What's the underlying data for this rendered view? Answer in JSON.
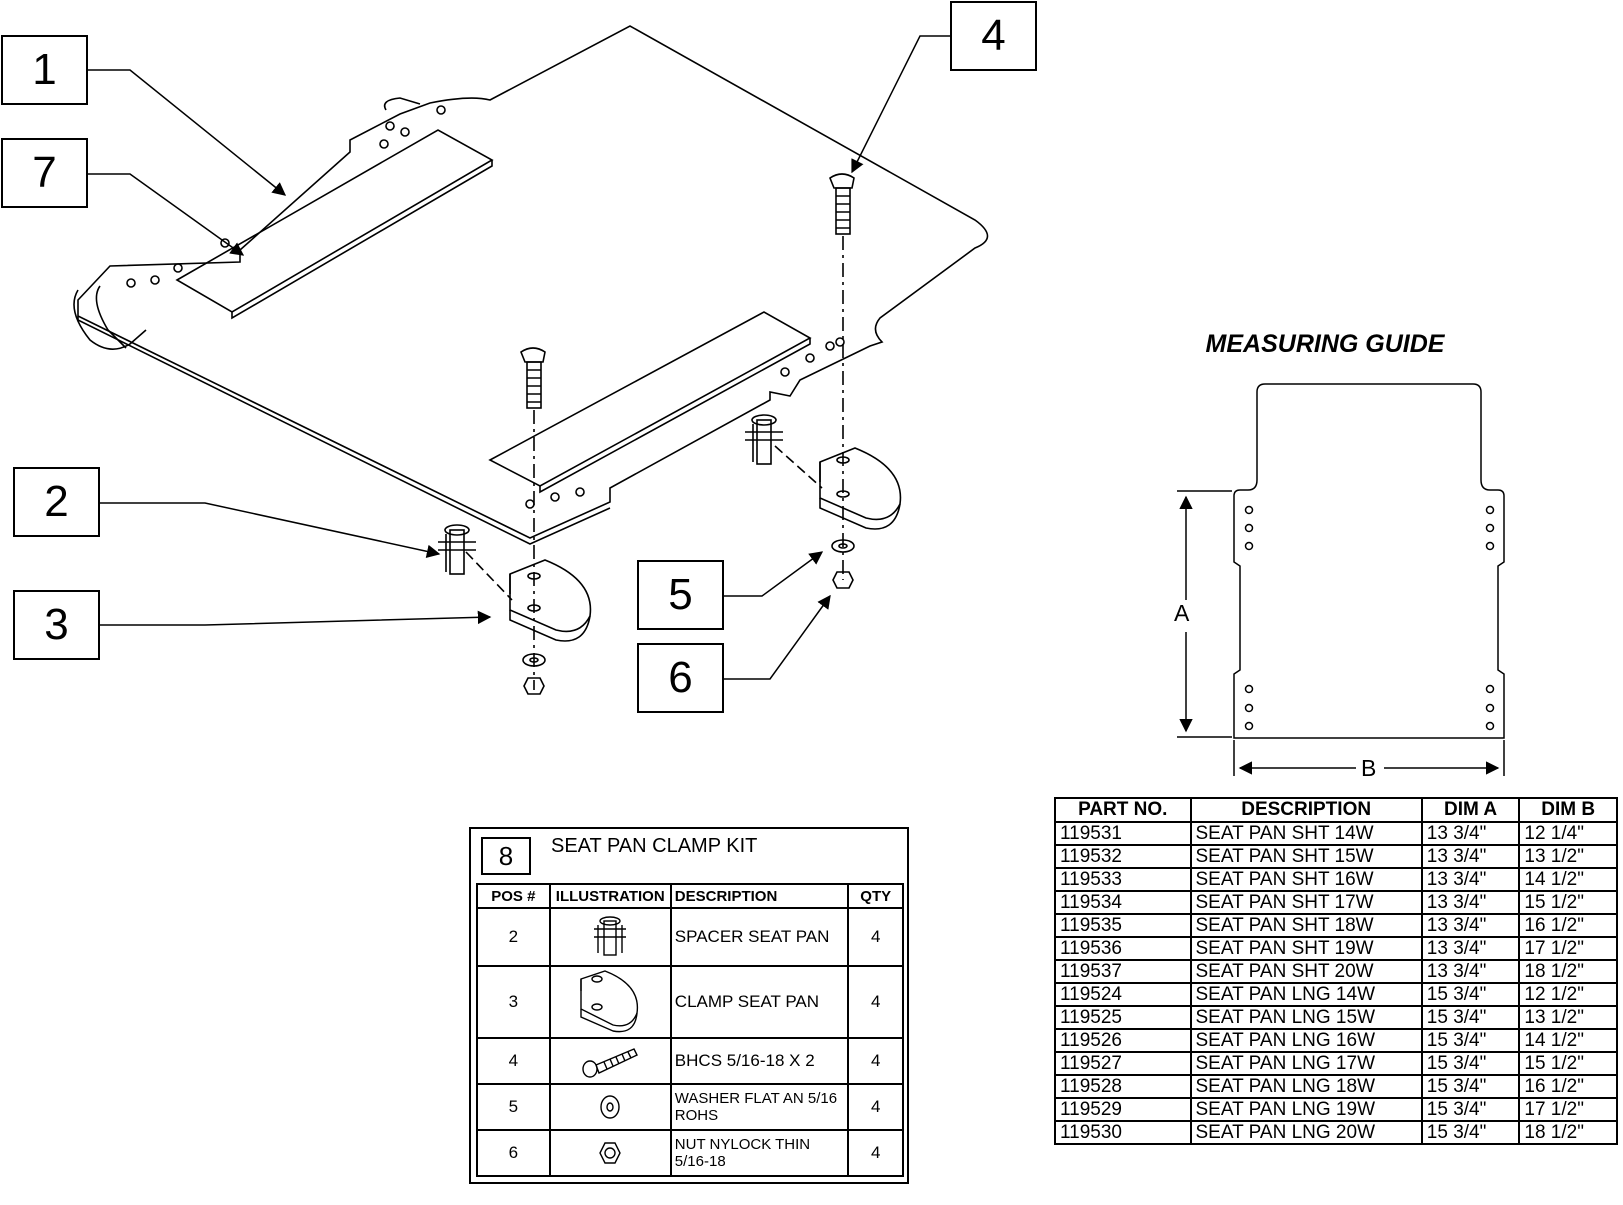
{
  "callouts": [
    {
      "n": "1"
    },
    {
      "n": "7"
    },
    {
      "n": "2"
    },
    {
      "n": "3"
    },
    {
      "n": "4"
    },
    {
      "n": "5"
    },
    {
      "n": "6"
    }
  ],
  "guide": {
    "title": "MEASURING GUIDE",
    "dim_a": "A",
    "dim_b": "B"
  },
  "kit": {
    "number": "8",
    "title": "SEAT PAN CLAMP KIT",
    "headers": {
      "pos": "POS #",
      "illustration": "ILLUSTRATION",
      "description": "DESCRIPTION",
      "qty": "QTY"
    },
    "rows": [
      {
        "pos": "2",
        "icon": "spacer-icon",
        "desc": "SPACER SEAT PAN",
        "qty": "4"
      },
      {
        "pos": "3",
        "icon": "clamp-icon",
        "desc": "CLAMP SEAT PAN",
        "qty": "4"
      },
      {
        "pos": "4",
        "icon": "bolt-icon",
        "desc": "BHCS 5/16-18 X 2",
        "qty": "4"
      },
      {
        "pos": "5",
        "icon": "washer-icon",
        "desc": "WASHER FLAT AN 5/16 ROHS",
        "qty": "4"
      },
      {
        "pos": "6",
        "icon": "nut-icon",
        "desc": "NUT NYLOCK THIN 5/16-18",
        "qty": "4"
      }
    ]
  },
  "parts": {
    "headers": {
      "part": "PART NO.",
      "description": "DESCRIPTION",
      "dim_a": "DIM A",
      "dim_b": "DIM B"
    },
    "rows": [
      {
        "part": "119531",
        "desc": "SEAT PAN SHT 14W",
        "a": "13 3/4\"",
        "b": "12 1/4\""
      },
      {
        "part": "119532",
        "desc": "SEAT PAN SHT 15W",
        "a": "13 3/4\"",
        "b": "13 1/2\""
      },
      {
        "part": "119533",
        "desc": "SEAT PAN SHT 16W",
        "a": "13 3/4\"",
        "b": "14 1/2\""
      },
      {
        "part": "119534",
        "desc": "SEAT PAN SHT 17W",
        "a": "13 3/4\"",
        "b": "15 1/2\""
      },
      {
        "part": "119535",
        "desc": "SEAT PAN SHT 18W",
        "a": "13 3/4\"",
        "b": "16 1/2\""
      },
      {
        "part": "119536",
        "desc": "SEAT PAN SHT 19W",
        "a": "13 3/4\"",
        "b": "17 1/2\""
      },
      {
        "part": "119537",
        "desc": "SEAT PAN SHT 20W",
        "a": "13 3/4\"",
        "b": "18 1/2\""
      },
      {
        "part": "119524",
        "desc": "SEAT PAN LNG 14W",
        "a": "15 3/4\"",
        "b": "12 1/2\""
      },
      {
        "part": "119525",
        "desc": "SEAT PAN LNG 15W",
        "a": "15 3/4\"",
        "b": "13 1/2\""
      },
      {
        "part": "119526",
        "desc": "SEAT PAN LNG 16W",
        "a": "15 3/4\"",
        "b": "14 1/2\""
      },
      {
        "part": "119527",
        "desc": "SEAT PAN LNG 17W",
        "a": "15 3/4\"",
        "b": "15 1/2\""
      },
      {
        "part": "119528",
        "desc": "SEAT PAN LNG 18W",
        "a": "15 3/4\"",
        "b": "16 1/2\""
      },
      {
        "part": "119529",
        "desc": "SEAT PAN LNG 19W",
        "a": "15 3/4\"",
        "b": "17 1/2\""
      },
      {
        "part": "119530",
        "desc": "SEAT PAN LNG 20W",
        "a": "15 3/4\"",
        "b": "18 1/2\""
      }
    ]
  }
}
